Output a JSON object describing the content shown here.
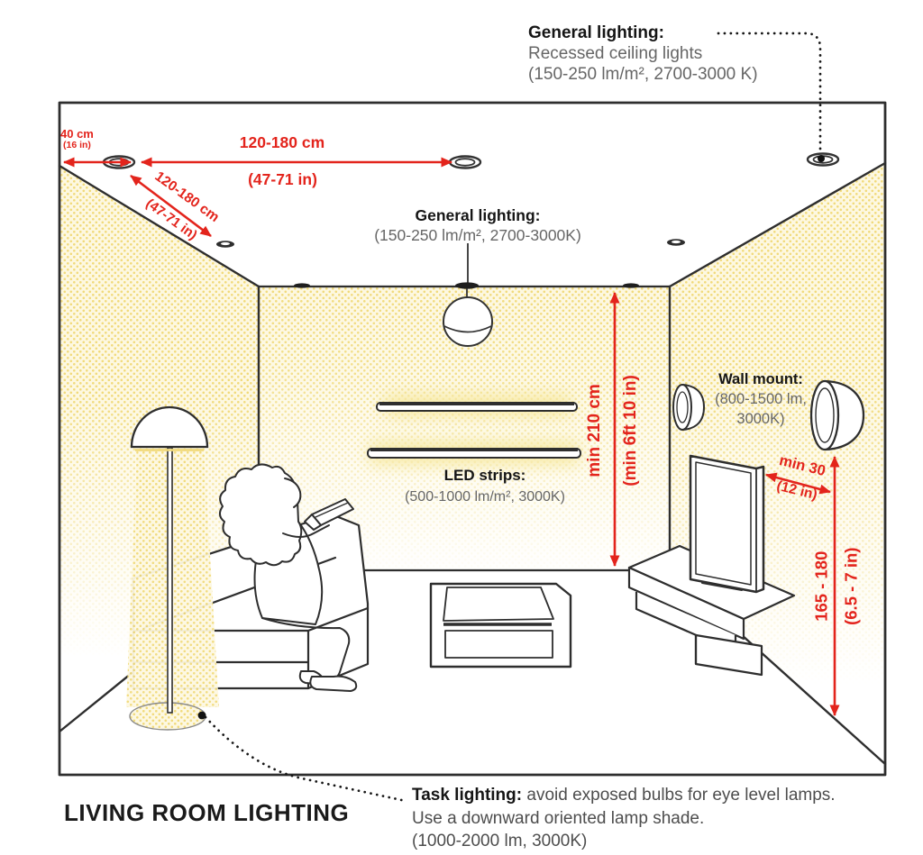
{
  "page": {
    "title": "LIVING ROOM LIGHTING"
  },
  "colors": {
    "accent_red": "#e3241c",
    "line": "#2e2e2e",
    "text_dark": "#151515",
    "text_muted": "#666666",
    "glow_yellow": "#f1da7a"
  },
  "annotations": {
    "general_top": {
      "title": "General lighting:",
      "line1": "Recessed ceiling lights",
      "line2": "(150-250 lm/m², 2700-3000 K)"
    },
    "general_center": {
      "title": "General lighting:",
      "line1": "(150-250 lm/m², 2700-3000K)"
    },
    "wall_mount": {
      "title": "Wall mount:",
      "line1": "(800-1500 lm,",
      "line2": "3000K)"
    },
    "led_strips": {
      "title": "LED strips:",
      "line1": "(500-1000 lm/m², 3000K)"
    },
    "task": {
      "title": "Task lighting:",
      "line1": " avoid exposed bulbs for eye level lamps.",
      "line2": "Use a downward oriented lamp shade.",
      "line3": "(1000-2000 lm, 3000K)"
    }
  },
  "measurements": {
    "recessed_edge_cm": "40 cm",
    "recessed_edge_in": "(16 in)",
    "recessed_gap_cm": "120-180 cm",
    "recessed_gap_in": "(47-71 in)",
    "recessed_gap_diag_cm": "120-180 cm",
    "recessed_gap_diag_in": "(47-71 in)",
    "pendant_clearance_cm": "min 210 cm",
    "pendant_clearance_in": "(min 6ft 10 in)",
    "tv_sconce_gap_cm": "min 30",
    "tv_sconce_gap_in": "(12 in)",
    "sconce_height_cm": "165 - 180",
    "sconce_height_in": "(6.5 - 7 in)"
  }
}
